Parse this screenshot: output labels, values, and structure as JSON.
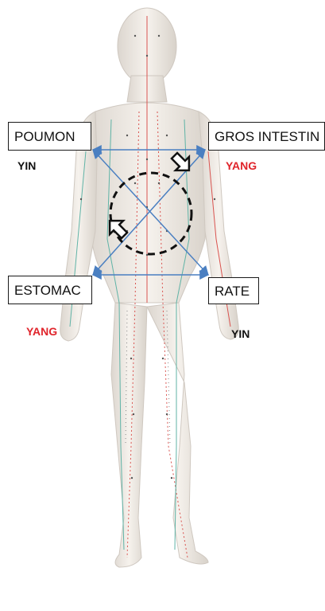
{
  "labels": {
    "poumon": "POUMON",
    "gros_intestin": "GROS INTESTIN",
    "estomac": "ESTOMAC",
    "rate": "RATE"
  },
  "tags": {
    "yin_left": "YIN",
    "yang_right": "YANG",
    "yang_left": "YANG",
    "yin_right": "YIN"
  },
  "colors": {
    "yin": "#111111",
    "yang": "#e0242b",
    "arrow_lines": "#4a7fc1",
    "body_skin": "#efeae4",
    "meridian_red": "#d9534f",
    "meridian_green": "#5fb3a6",
    "circle": "#111111"
  }
}
